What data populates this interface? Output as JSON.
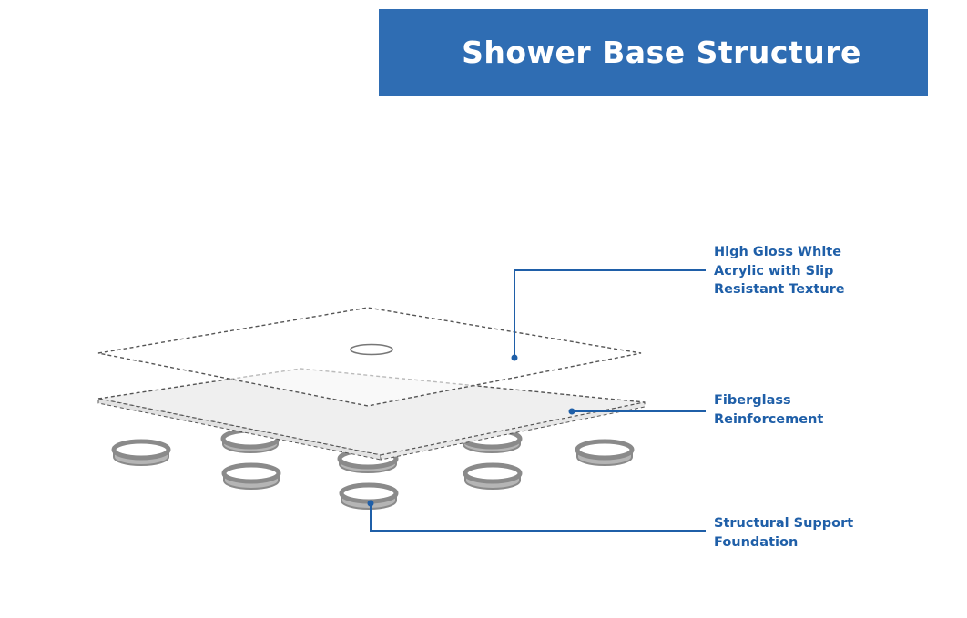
{
  "title": "Shower Base Structure",
  "callouts": {
    "acrylic": {
      "lines": [
        "High Gloss White",
        "Acrylic with Slip",
        "Resistant Texture"
      ]
    },
    "fiberglass": {
      "lines": [
        "Fiberglass",
        "Reinforcement"
      ]
    },
    "support": {
      "lines": [
        "Structural Support",
        "Foundation"
      ]
    }
  },
  "colors": {
    "banner": "#2f6db3",
    "callout_text": "#1f5fa8",
    "leader_line": "#1f5fa8",
    "ring_stroke": "#8a8a8a",
    "dashed_outline": "#555555",
    "fiberglass_fill": "#efefef"
  }
}
